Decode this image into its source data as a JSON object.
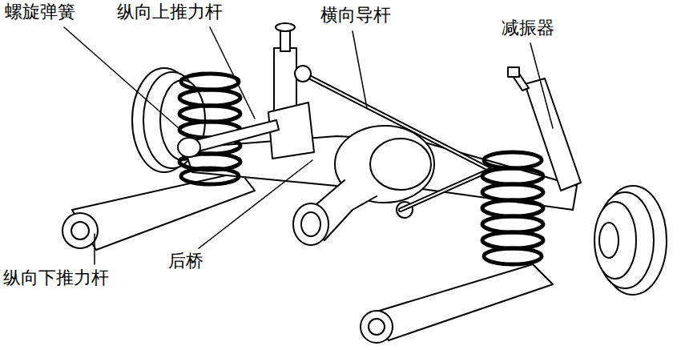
{
  "diagram": {
    "labels": [
      "螺旋弹簧",
      "纵向上推力杆",
      "横向导杆",
      "减振器",
      "纵向下推力杆",
      "后桥"
    ]
  }
}
